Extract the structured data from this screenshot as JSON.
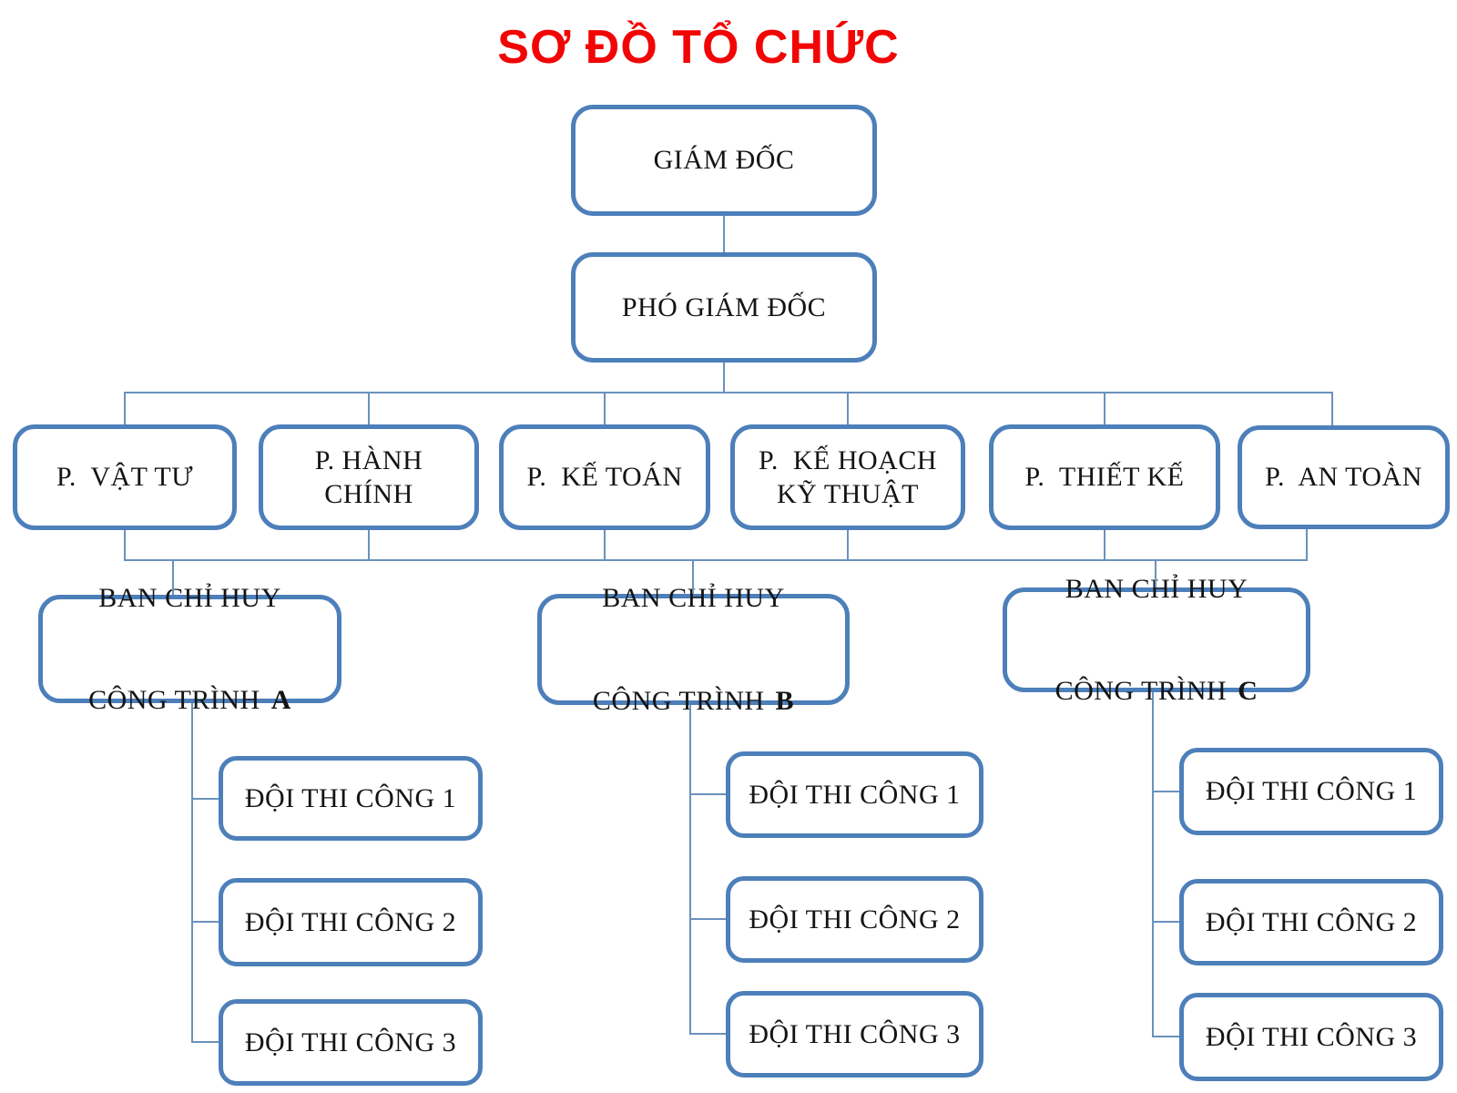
{
  "title": "SƠ ĐỒ TỔ CHỨC",
  "colors": {
    "title_red": "#F20505",
    "box_border_blue": "#4D7FBA",
    "connector_blue": "#6A92BD",
    "text": "#141414",
    "background": "#FFFFFF"
  },
  "director": {
    "label": "GIÁM ĐỐC"
  },
  "deputy_director": {
    "label": "PHÓ GIÁM ĐỐC"
  },
  "departments": [
    {
      "label": "P.  VẬT TƯ"
    },
    {
      "label": "P. HÀNH\nCHÍNH"
    },
    {
      "label": "P.  KẾ TOÁN"
    },
    {
      "label": "P.  KẾ HOẠCH\nKỸ THUẬT"
    },
    {
      "label": "P.  THIẾT KẾ"
    },
    {
      "label": "P.  AN TOÀN"
    }
  ],
  "site_commands": [
    {
      "line1": "BAN CHỈ HUY",
      "line2": "CÔNG TRÌNH",
      "letter": "A",
      "teams": [
        "ĐỘI THI CÔNG 1",
        "ĐỘI THI CÔNG 2",
        "ĐỘI THI CÔNG 3"
      ]
    },
    {
      "line1": "BAN CHỈ HUY",
      "line2": "CÔNG TRÌNH",
      "letter": "B",
      "teams": [
        "ĐỘI THI CÔNG 1",
        "ĐỘI THI CÔNG 2",
        "ĐỘI THI CÔNG 3"
      ]
    },
    {
      "line1": "BAN CHỈ HUY",
      "line2": "CÔNG TRÌNH",
      "letter": "C",
      "teams": [
        "ĐỘI THI CÔNG 1",
        "ĐỘI THI CÔNG 2",
        "ĐỘI THI CÔNG 3"
      ]
    }
  ]
}
